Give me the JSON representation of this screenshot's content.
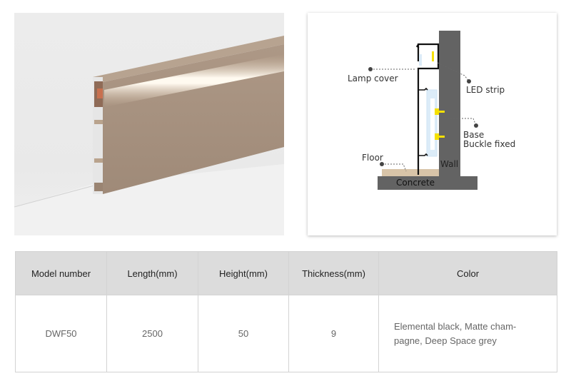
{
  "photo": {
    "alt": "champagne aluminum LED skirting board profile against white wall",
    "profile_color": "#a89280",
    "glow_color": "#fff6e6"
  },
  "diagram": {
    "labels": {
      "lamp_cover": "Lamp cover",
      "led_strip": "LED strip",
      "base": "Base",
      "buckle_fixed": "Buckle fixed",
      "floor": "Floor",
      "wall": "Wall",
      "concrete": "Concrete"
    },
    "colors": {
      "wall": "#636363",
      "profile": "#111111",
      "buckle": "#f5e000",
      "base": "#dcecf8",
      "floor": "#d8c4a8"
    }
  },
  "table": {
    "headers": [
      "Model number",
      "Length(mm)",
      "Height(mm)",
      "Thickness(mm)",
      "Color"
    ],
    "rows": [
      [
        "DWF50",
        "2500",
        "50",
        "9",
        "Elemental black, Matte cham-pagne, Deep Space grey"
      ]
    ],
    "color_line1": "Elemental black, Matte cham-",
    "color_line2": "pagne, Deep Space grey"
  }
}
